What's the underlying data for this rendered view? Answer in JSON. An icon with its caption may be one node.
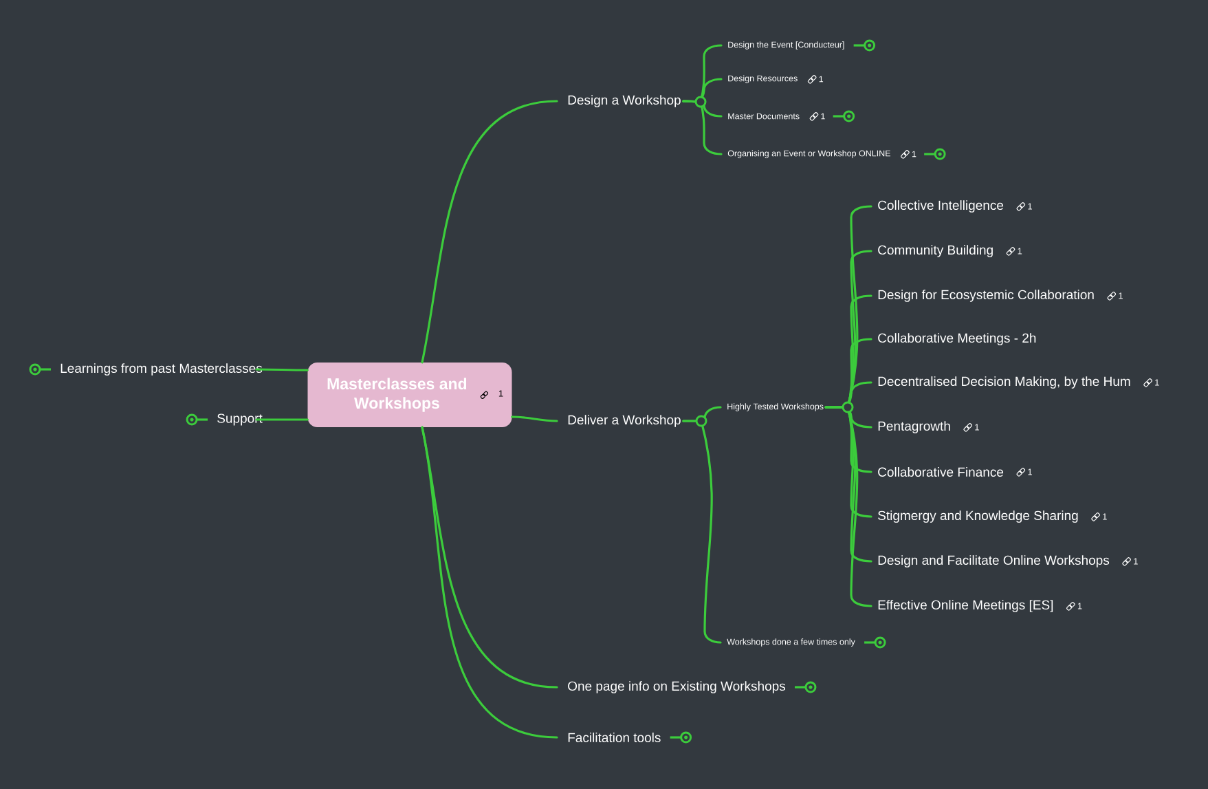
{
  "diagram": {
    "nodes": [
      {
        "text": [
          "Masterclasses and Workshops",
          "1"
        ]
      },
      {
        "text": [
          "Learnings from past Masterclasses"
        ]
      },
      {
        "text": [
          "Support"
        ]
      },
      {
        "text": [
          "Design a Workshop"
        ]
      },
      {
        "text": [
          "Design the Event [Conducteur]"
        ]
      },
      {
        "text": [
          "Design Resources"
        ],
        "beside": [
          "1"
        ]
      },
      {
        "text": [
          "Master Documents"
        ],
        "beside": [
          "1"
        ]
      },
      {
        "text": [
          "Organising an Event or Workshop ONLINE"
        ],
        "beside": [
          "1"
        ]
      },
      {
        "text": [
          "Deliver a Workshop"
        ]
      },
      {
        "text": [
          "Highly Tested Workshops"
        ]
      },
      {
        "text": [
          "Collective Intelligence"
        ],
        "beside": [
          "1"
        ]
      },
      {
        "text": [
          "Community Building"
        ],
        "beside": [
          "1"
        ]
      },
      {
        "text": [
          "Design for Ecosystemic Collaboration"
        ],
        "beside": [
          "1"
        ]
      },
      {
        "text": [
          "Collaborative Meetings - 2h"
        ]
      },
      {
        "text": [
          "Decentralised Decision Making, by the Hum"
        ],
        "beside": [
          "1"
        ]
      },
      {
        "text": [
          "Pentagrowth"
        ],
        "beside": [
          "1"
        ]
      },
      {
        "text": [
          "Collaborative Finance"
        ],
        "beside": [
          "1"
        ]
      },
      {
        "text": [
          "Stigmergy and Knowledge Sharing"
        ],
        "beside": [
          "1"
        ]
      },
      {
        "text": [
          "Design and Facilitate Online Workshops"
        ],
        "beside": [
          "1"
        ]
      },
      {
        "text": [
          "Effective Online Meetings [ES]"
        ],
        "beside": [
          "1"
        ]
      },
      {
        "text": [
          "Workshops done a few times only"
        ]
      },
      {
        "text": [
          "One page info on Existing Workshops"
        ]
      },
      {
        "text": [
          "Facilitation tools"
        ]
      }
    ],
    "edges": [
      {
        "from": 0,
        "to": 1,
        "arrow": "none"
      },
      {
        "from": 0,
        "to": 2,
        "arrow": "none"
      },
      {
        "from": 0,
        "to": 3,
        "arrow": "none"
      },
      {
        "from": 3,
        "to": 4,
        "arrow": "none"
      },
      {
        "from": 3,
        "to": 5,
        "arrow": "none"
      },
      {
        "from": 3,
        "to": 6,
        "arrow": "none"
      },
      {
        "from": 3,
        "to": 7,
        "arrow": "none"
      },
      {
        "from": 0,
        "to": 8,
        "arrow": "none"
      },
      {
        "from": 8,
        "to": 9,
        "arrow": "none"
      },
      {
        "from": 9,
        "to": 10,
        "arrow": "none"
      },
      {
        "from": 9,
        "to": 11,
        "arrow": "none"
      },
      {
        "from": 9,
        "to": 12,
        "arrow": "none"
      },
      {
        "from": 9,
        "to": 13,
        "arrow": "none"
      },
      {
        "from": 9,
        "to": 14,
        "arrow": "none"
      },
      {
        "from": 9,
        "to": 15,
        "arrow": "none"
      },
      {
        "from": 9,
        "to": 16,
        "arrow": "none"
      },
      {
        "from": 9,
        "to": 17,
        "arrow": "none"
      },
      {
        "from": 9,
        "to": 18,
        "arrow": "none"
      },
      {
        "from": 9,
        "to": 19,
        "arrow": "none"
      },
      {
        "from": 8,
        "to": 20,
        "arrow": "none"
      },
      {
        "from": 0,
        "to": 21,
        "arrow": "none"
      },
      {
        "from": 0,
        "to": 22,
        "arrow": "none"
      }
    ]
  }
}
